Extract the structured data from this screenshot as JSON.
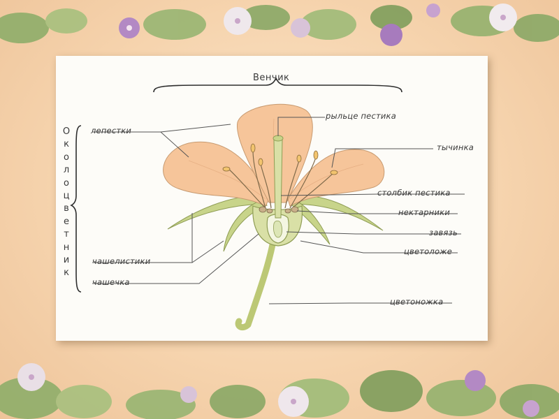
{
  "diagram": {
    "corolla_label": "Венчик",
    "perianth_label": "Околоцветник",
    "labels": {
      "petals": "лепестки",
      "stigma": "рыльце пестика",
      "stamen": "тычинка",
      "style": "столбик пестика",
      "nectaries": "нектарники",
      "ovary": "завязь",
      "receptacle": "цветоложе",
      "sepals": "чашелистики",
      "calyx": "чашечка",
      "pedicel": "цветоножка"
    }
  },
  "colors": {
    "petal": "#f6c59a",
    "stem": "#c8d48a",
    "line": "#555555"
  }
}
